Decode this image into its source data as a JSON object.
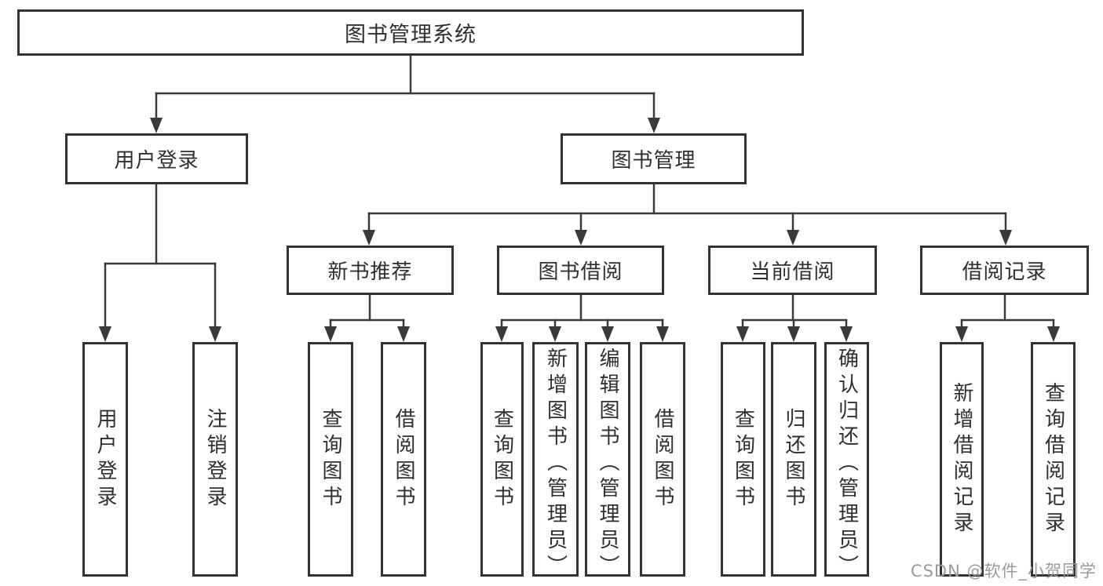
{
  "diagram": {
    "title": "图书管理系统",
    "level2": {
      "user_login": "用户登录",
      "book_mgmt": "图书管理"
    },
    "level3": {
      "new_books": "新书推荐",
      "borrow": "图书借阅",
      "current": "当前借阅",
      "records": "借阅记录"
    },
    "leaves": {
      "user_login": [
        "用户登录",
        "注销登录"
      ],
      "new_books": [
        "查询图书",
        "借阅图书"
      ],
      "borrow": [
        "查询图书",
        "新增图书（管理员）",
        "编辑图书（管理员）",
        "借阅图书"
      ],
      "current": [
        "查询图书",
        "归还图书",
        "确认归还（管理员）"
      ],
      "records": [
        "新增借阅记录",
        "查询借阅记录"
      ]
    }
  },
  "watermark": "CSDN @软件_小贺同学",
  "colors": {
    "line": "#3a3a3a",
    "border": "#333333",
    "text": "#2f2f2f",
    "watermark": "#9b9b9b",
    "background": "#ffffff"
  }
}
